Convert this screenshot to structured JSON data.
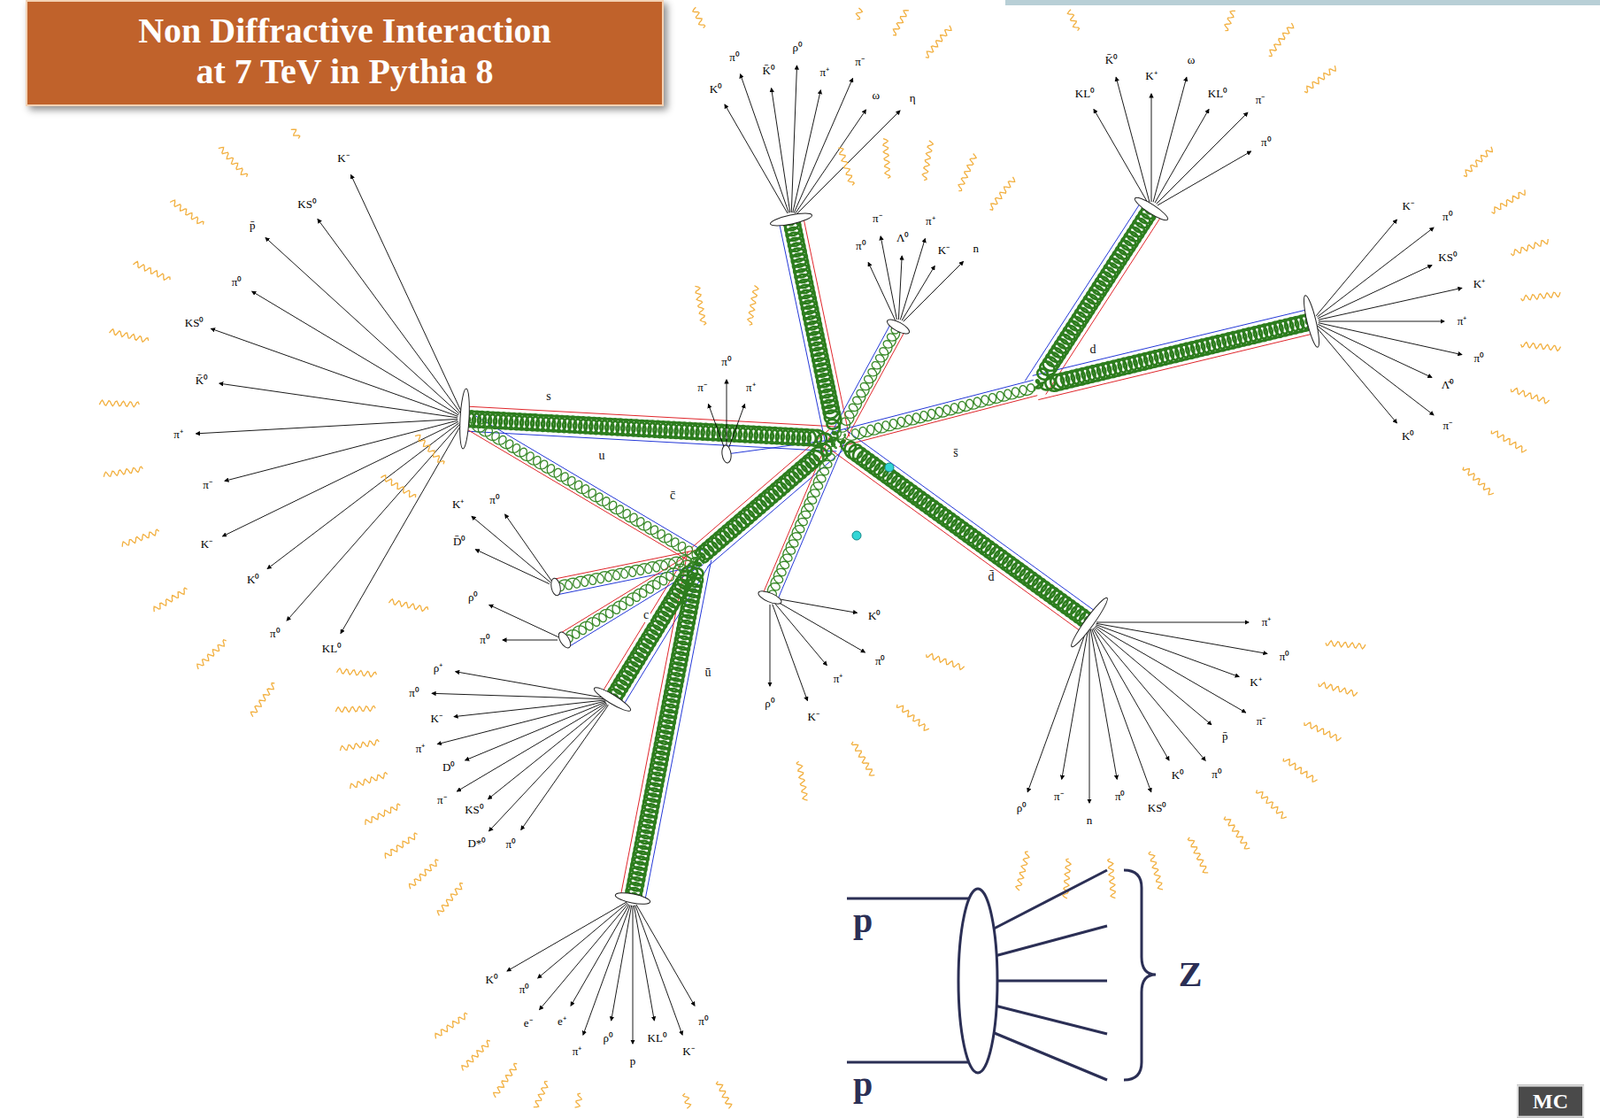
{
  "diagram": {
    "title": "Non Diffractive Interaction at 7 TeV in Pythia 8",
    "labels": [
      "p",
      "p",
      "Z",
      "MC",
      "u",
      "d",
      "s",
      "ū",
      "d̄",
      "c",
      "c̄",
      "s̄",
      "KL⁰",
      "π⁰",
      "K⁰",
      "K⁻",
      "π⁻",
      "π⁺",
      "K̄⁰",
      "KS⁰",
      "π⁰",
      "p̄",
      "KS⁰",
      "K⁻",
      "K⁰",
      "π⁰",
      "K̄⁰",
      "ρ⁰",
      "π⁺",
      "π⁻",
      "ω",
      "η",
      "π⁰",
      "π⁻",
      "Λ⁰",
      "π⁺",
      "K⁻",
      "n",
      "KL⁰",
      "K̄⁰",
      "K⁺",
      "ω",
      "KL⁰",
      "π⁻",
      "π⁰",
      "K⁻",
      "π⁰",
      "KS⁰",
      "K⁺",
      "π⁺",
      "π⁰",
      "Λ̄⁰",
      "π⁻",
      "K⁰",
      "π⁺",
      "π⁰",
      "K⁺",
      "π⁻",
      "p̄",
      "π⁰",
      "K⁰",
      "KS⁰",
      "π⁰",
      "n",
      "π⁻",
      "ρ⁰",
      "π⁰",
      "D*⁰",
      "KS⁰",
      "π⁻",
      "D⁰",
      "π⁺",
      "K⁻",
      "π⁰",
      "ρ⁺",
      "π⁰",
      "K⁻",
      "KL⁰",
      "p",
      "ρ⁰",
      "π⁺",
      "e⁺",
      "e⁻",
      "π⁰",
      "K⁰",
      "K⁰",
      "π⁰",
      "π⁺",
      "K⁻",
      "ρ⁰",
      "π⁻",
      "π⁰",
      "π⁺",
      "D̄⁰",
      "K⁺",
      "π⁰",
      "π⁰",
      "ρ⁰"
    ]
  }
}
